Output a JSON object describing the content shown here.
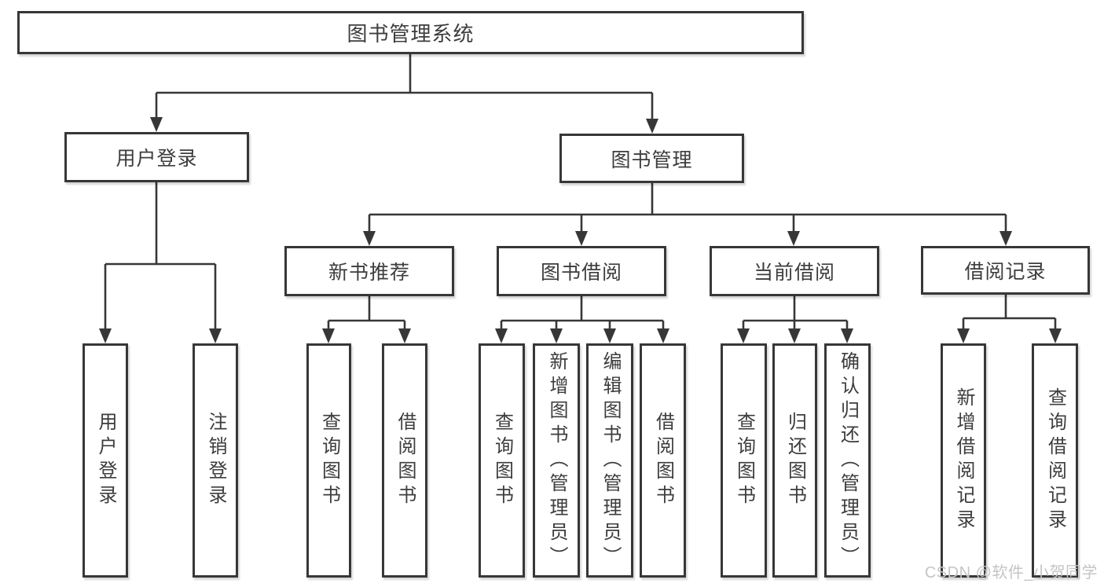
{
  "tree": {
    "root": {
      "label": "图书管理系统"
    },
    "branches": [
      {
        "label": "用户登录",
        "children": [
          {
            "label": "用户登录"
          },
          {
            "label": "注销登录"
          }
        ]
      },
      {
        "label": "图书管理",
        "children": [
          {
            "label": "新书推荐",
            "children": [
              {
                "label": "查询图书"
              },
              {
                "label": "借阅图书"
              }
            ]
          },
          {
            "label": "图书借阅",
            "children": [
              {
                "label": "查询图书"
              },
              {
                "label": "新增图书（管理员）"
              },
              {
                "label": "编辑图书（管理员）"
              },
              {
                "label": "借阅图书"
              }
            ]
          },
          {
            "label": "当前借阅",
            "children": [
              {
                "label": "查询图书"
              },
              {
                "label": "归还图书"
              },
              {
                "label": "确认归还（管理员）"
              }
            ]
          },
          {
            "label": "借阅记录",
            "children": [
              {
                "label": "新增借阅记录"
              },
              {
                "label": "查询借阅记录"
              }
            ]
          }
        ]
      }
    ]
  },
  "watermark": {
    "text": "CSDN @软件_小贺同学"
  },
  "colors": {
    "line": "#373737",
    "box_border": "#373737",
    "text": "#3d3d3d",
    "watermark_text": "#c6c4c4",
    "background": "#ffffff"
  }
}
